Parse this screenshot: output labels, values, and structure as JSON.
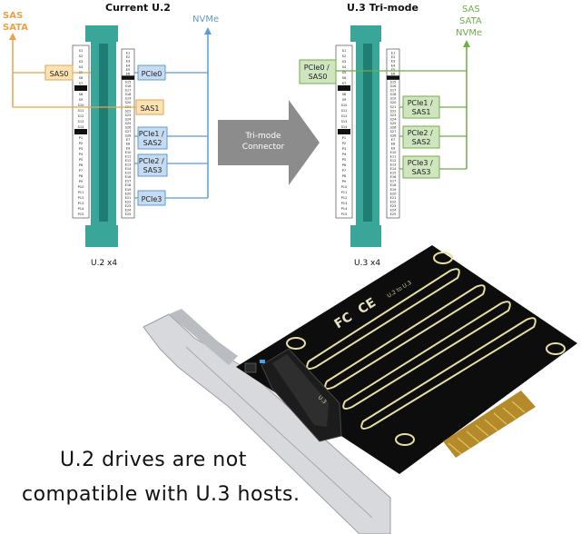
{
  "diagram": {
    "left_connector": {
      "title": "Current U.2",
      "bottom_label": "U.2 x4",
      "left_signals": [
        "SAS",
        "SATA"
      ],
      "right_signal": "NVMe",
      "lanes": [
        "SAS0",
        "SAS1",
        "PCIe0",
        "PCIe1 /\nSAS2",
        "PCIe2 /\nSAS3",
        "PCIe3"
      ]
    },
    "arrow": {
      "label_line1": "Tri-mode",
      "label_line2": "Connector"
    },
    "right_connector": {
      "title": "U.3 Tri-mode",
      "bottom_label": "U.3 x4",
      "right_signals": [
        "SAS",
        "SATA",
        "NVMe"
      ],
      "lanes": [
        "PCIe0 /\nSAS0",
        "PCIe1 /\nSAS1",
        "PCIe2 /\nSAS2",
        "PCIe3 /\nSAS3"
      ]
    },
    "pin_labels_left": [
      "S1",
      "S2",
      "S3",
      "S4",
      "S5",
      "S6",
      "S7",
      "",
      "S8",
      "S9",
      "S10",
      "S11",
      "S12",
      "S13",
      "S14",
      "",
      "P1",
      "P2",
      "P3",
      "P4",
      "P5",
      "P6",
      "P7",
      "P8",
      "P9",
      "P10",
      "P11",
      "P12",
      "P13",
      "P14",
      "P15"
    ],
    "pin_labels_right": [
      "E1",
      "E2",
      "E3",
      "E4",
      "E5",
      "E6",
      "",
      "S15",
      "S16",
      "S17",
      "S18",
      "S19",
      "S20",
      "S21",
      "S22",
      "S23",
      "S24",
      "S25",
      "S26",
      "S27",
      "S28",
      "E7",
      "E8",
      "E9",
      "E10",
      "E11",
      "E12",
      "E13",
      "E14",
      "E15",
      "E16",
      "E17",
      "E18",
      "E19",
      "E20",
      "E21",
      "E22",
      "E23",
      "E24",
      "E25"
    ],
    "colors": {
      "sas_orange": "#e8a24a",
      "nvme_blue": "#5b9bd5",
      "tri_green": "#70ad47",
      "connector_teal": "#3aa69a",
      "arrow_gray": "#8c8c8c"
    }
  },
  "product": {
    "card_silkscreen": [
      "FC",
      "CE",
      "U.2 to U.3"
    ],
    "chip_text": "U.3"
  },
  "caption": {
    "line1": "U.2 drives are not",
    "line2": "compatible with U.3 hosts."
  }
}
